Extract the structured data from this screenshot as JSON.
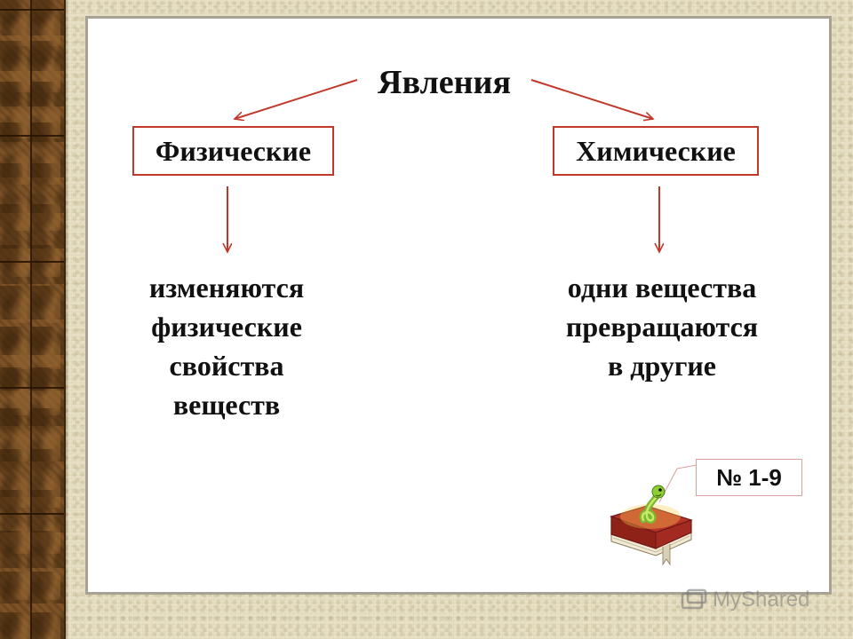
{
  "diagram": {
    "title": "Явления",
    "left": {
      "label": "Физические",
      "description": [
        "изменяются",
        "физические",
        "свойства",
        "веществ"
      ]
    },
    "right": {
      "label": "Химические",
      "description": [
        "одни вещества",
        "превращаются",
        "в другие"
      ]
    }
  },
  "badge": {
    "number": "№ 1-9"
  },
  "watermark": {
    "text": "MyShared"
  },
  "colors": {
    "arrow": "#c0392b",
    "box_border": "#c0392b",
    "panel_border": "#a8a294"
  },
  "icons": [
    "book-with-worm-icon",
    "myshared-logo-icon"
  ]
}
